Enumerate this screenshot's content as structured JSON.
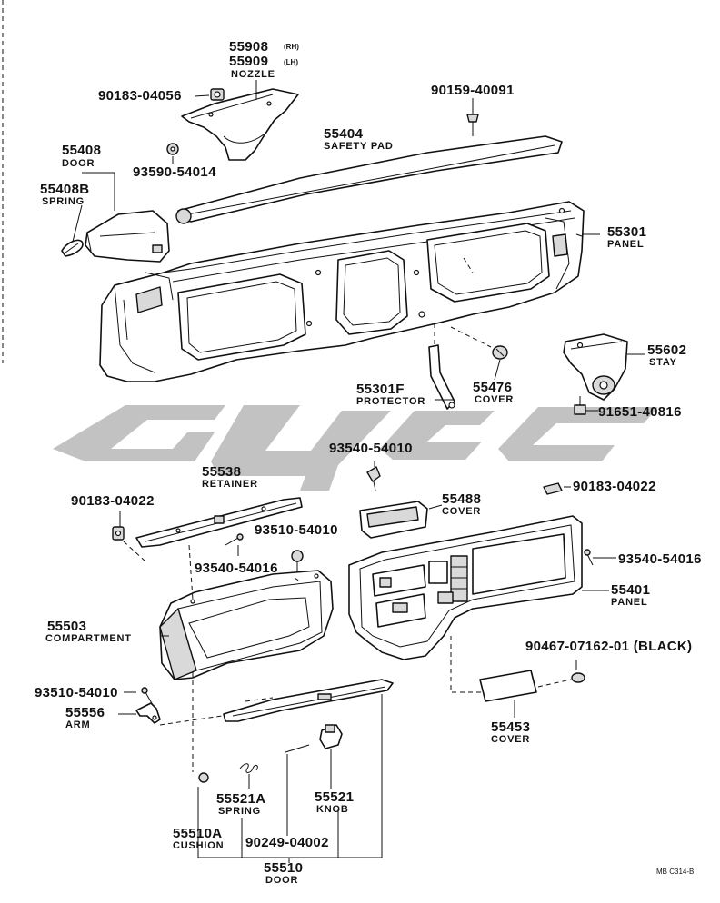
{
  "diagram": {
    "labels": {
      "nozzle": {
        "part_rh": "55908",
        "rh_tag": "(RH)",
        "part_lh": "55909",
        "lh_tag": "(LH)",
        "name": "NOZZLE"
      },
      "nut_90183_04056": {
        "part": "90183-04056"
      },
      "screw_90159_40091": {
        "part": "90159-40091"
      },
      "safety_pad": {
        "part": "55404",
        "name": "SAFETY PAD"
      },
      "door_55408": {
        "part": "55408",
        "name": "DOOR"
      },
      "spring_55408b": {
        "part": "55408B",
        "name": "SPRING"
      },
      "clip_93590_54014": {
        "part": "93590-54014"
      },
      "panel_55301": {
        "part": "55301",
        "name": "PANEL"
      },
      "stay_55602": {
        "part": "55602",
        "name": "STAY"
      },
      "protector_55301f": {
        "part": "55301F",
        "name": "PROTECTOR"
      },
      "cover_55476": {
        "part": "55476",
        "name": "COVER"
      },
      "bolt_91651_40816": {
        "part": "91651-40816"
      },
      "screw_93540_54010": {
        "part": "93540-54010"
      },
      "retainer_55538": {
        "part": "55538",
        "name": "RETAINER"
      },
      "nut_90183_04022_left": {
        "part": "90183-04022"
      },
      "nut_90183_04022_right": {
        "part": "90183-04022"
      },
      "cover_55488": {
        "part": "55488",
        "name": "COVER"
      },
      "screw_93510_54010_top": {
        "part": "93510-54010"
      },
      "screw_93540_54016_right": {
        "part": "93540-54016"
      },
      "screw_93540_54016_left": {
        "part": "93540-54016"
      },
      "panel_55401": {
        "part": "55401",
        "name": "PANEL"
      },
      "compartment_55503": {
        "part": "55503",
        "name": "COMPARTMENT"
      },
      "plug_90467": {
        "part": "90467-07162-01 (BLACK)"
      },
      "screw_93510_54010_left": {
        "part": "93510-54010"
      },
      "arm_55556": {
        "part": "55556",
        "name": "ARM"
      },
      "cover_55453": {
        "part": "55453",
        "name": "COVER"
      },
      "spring_55521a": {
        "part": "55521A",
        "name": "SPRING"
      },
      "knob_55521": {
        "part": "55521",
        "name": "KNOB"
      },
      "cushion_55510a": {
        "part": "55510A",
        "name": "CUSHION"
      },
      "pin_90249": {
        "part": "90249-04002"
      },
      "door_55510": {
        "part": "55510",
        "name": "DOOR"
      }
    },
    "figure_code": "MB C314-B"
  }
}
